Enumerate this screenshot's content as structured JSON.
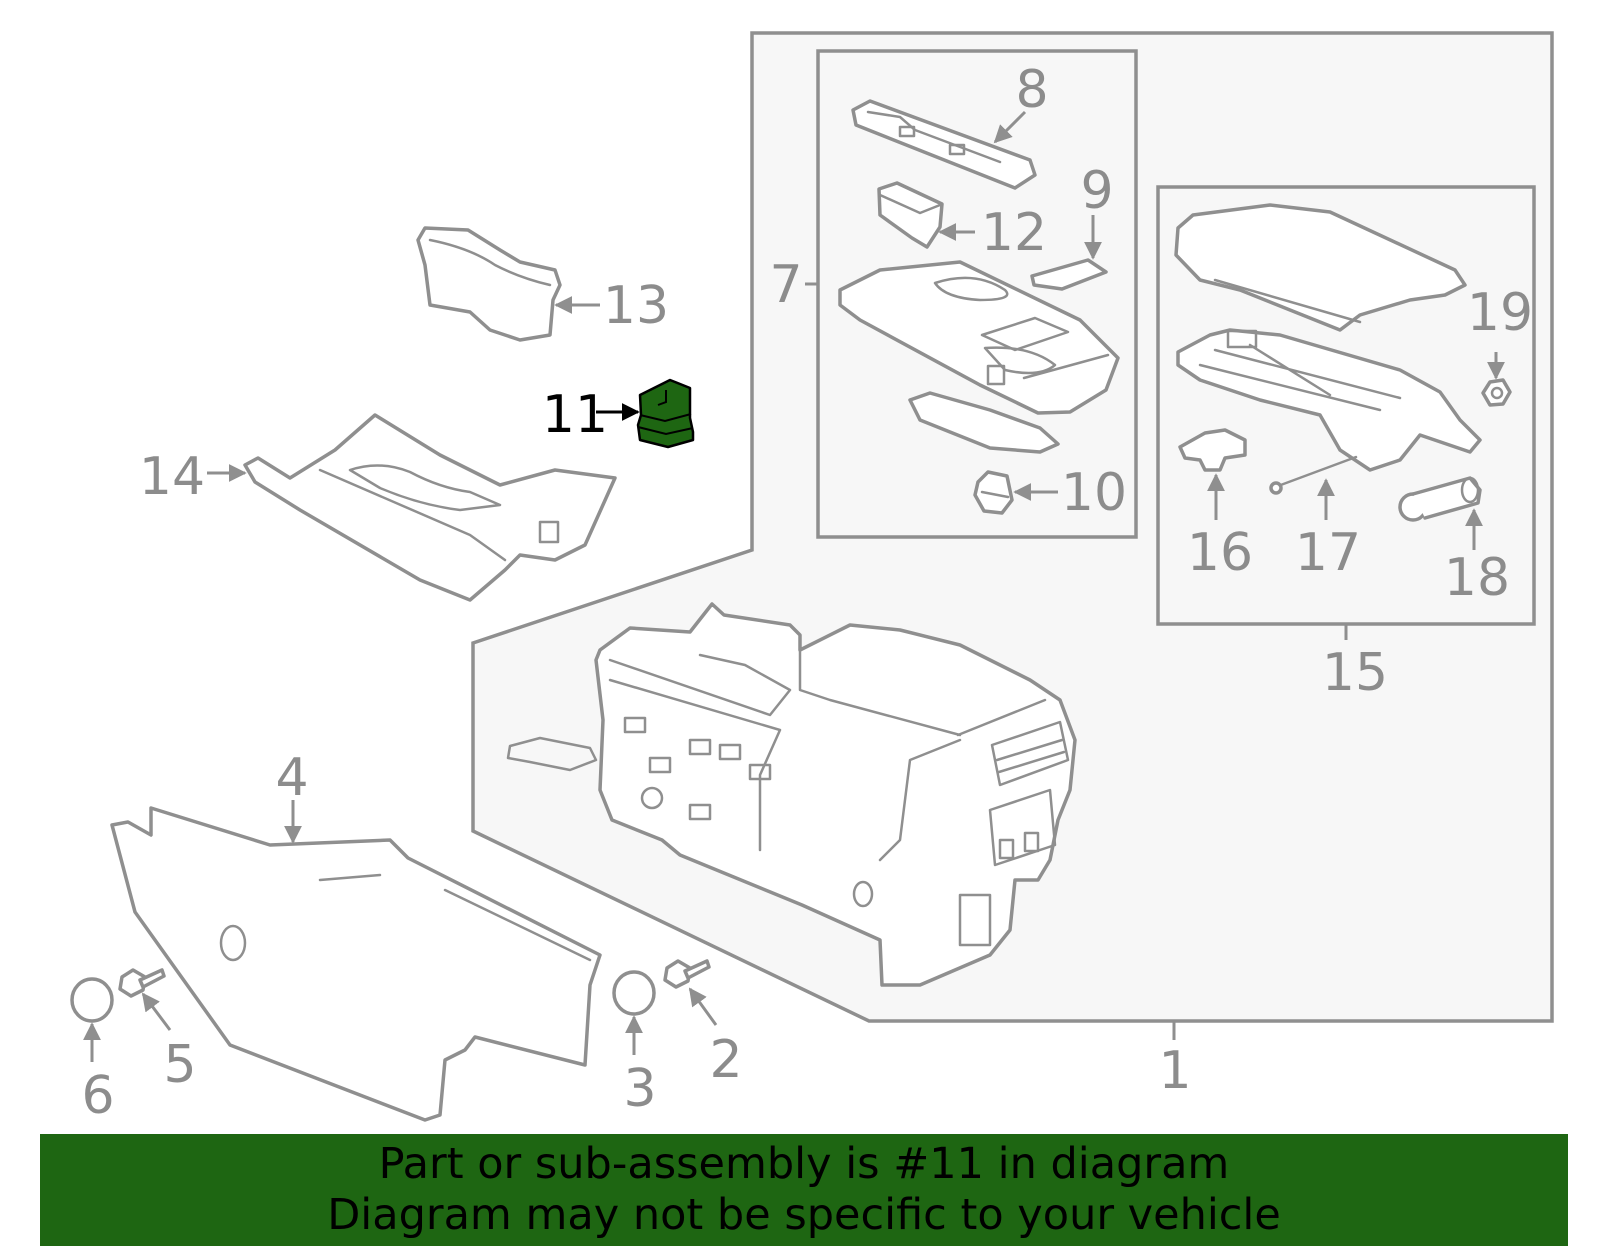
{
  "labels": {
    "c1": "1",
    "c2": "2",
    "c3": "3",
    "c4": "4",
    "c5": "5",
    "c6": "6",
    "c7": "7",
    "c8": "8",
    "c9": "9",
    "c10": "10",
    "c11": "11",
    "c12": "12",
    "c13": "13",
    "c14": "14",
    "c15": "15",
    "c16": "16",
    "c17": "17",
    "c18": "18",
    "c19": "19"
  },
  "highlight": {
    "part": "11",
    "color": "#1e6612"
  },
  "banner": {
    "line1": "Part or sub-assembly is #11 in diagram",
    "line2": "Diagram may not be specific to your vehicle"
  }
}
